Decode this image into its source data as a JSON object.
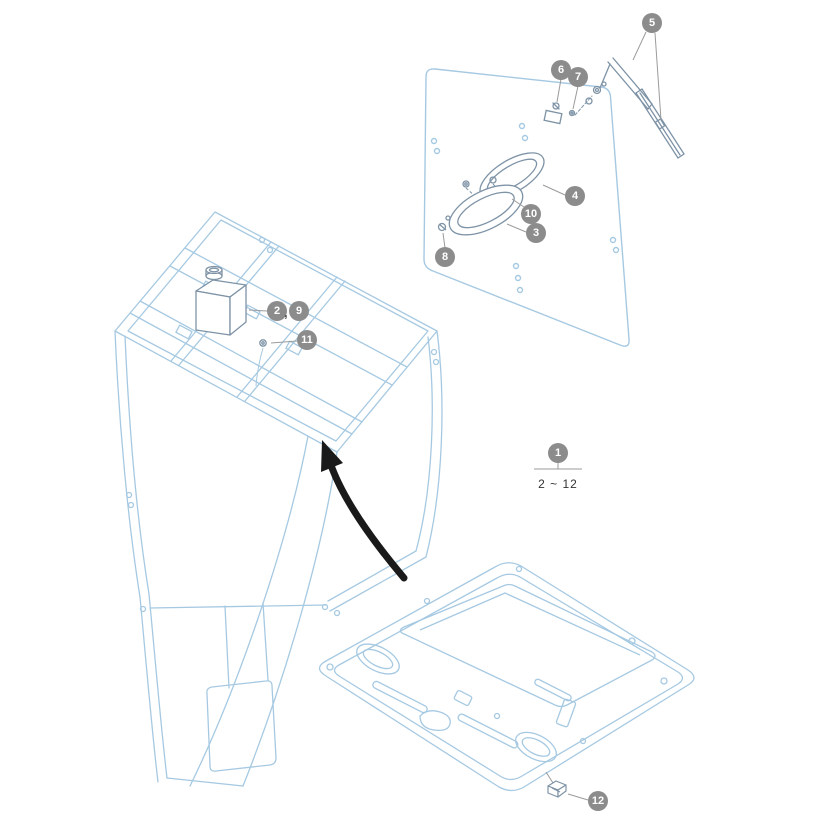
{
  "diagram": {
    "kind": "exploded-parts-diagram",
    "callouts": [
      {
        "label": "1"
      },
      {
        "label": "2"
      },
      {
        "label": "3"
      },
      {
        "label": "4"
      },
      {
        "label": "5"
      },
      {
        "label": "6"
      },
      {
        "label": "7"
      },
      {
        "label": "8"
      },
      {
        "label": "9"
      },
      {
        "label": "10"
      },
      {
        "label": "11"
      },
      {
        "label": "12"
      }
    ],
    "pair_separator": ",",
    "range_label": "2 ~ 12",
    "colors": {
      "frame_line": "#A6C9E2",
      "part_line": "#7E93A6",
      "callout_fill": "#8C8C8C",
      "callout_text": "#FFFFFF",
      "arrow": "#1A1A1A",
      "leader_line": "#9B9B9B",
      "background": "#FFFFFF"
    }
  }
}
